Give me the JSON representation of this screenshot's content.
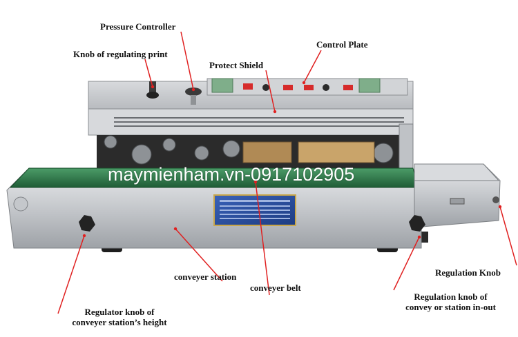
{
  "labels": {
    "pressure_controller": "Pressure Controller",
    "knob_regulating_print": "Knob of regulating print",
    "protect_shield": "Protect Shield",
    "control_plate": "Control Plate",
    "regulation_knob": "Regulation Knob",
    "conveyer_station": "conveyer station",
    "conveyer_belt": "conveyer belt",
    "regulator_knob_line1": "Regulator knob of",
    "regulator_knob_line2": "conveyer station’s height",
    "regulation_inout_line1": "Regulation knob of",
    "regulation_inout_line2": "convey or station in-out"
  },
  "watermark": "maymienham.vn-0917102905",
  "colors": {
    "leader": "#e02020",
    "belt": "#2f7a4a",
    "steel": "#c9ccd0",
    "plate": "#2a4f9e"
  }
}
